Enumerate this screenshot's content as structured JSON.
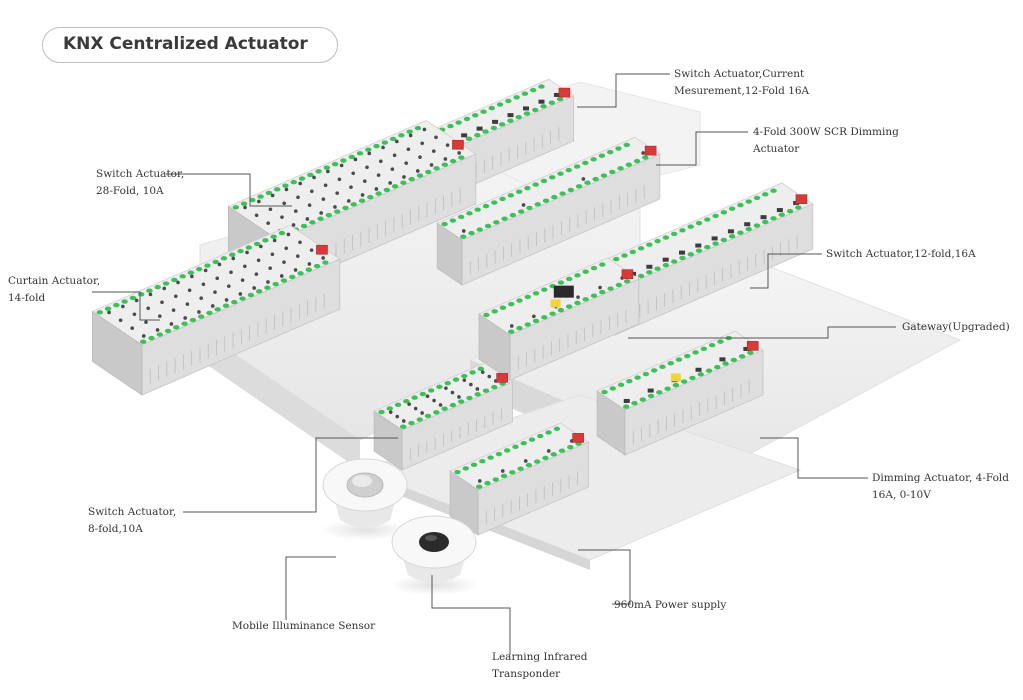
{
  "title": "KNX Centralized Actuator",
  "labels": {
    "switch_current": [
      "Switch Actuator,Current",
      "Mesurement,12-Fold 16A"
    ],
    "scr_dimming": [
      "4-Fold 300W SCR Dimming",
      "Actuator"
    ],
    "switch_28": [
      "Switch Actuator,",
      "28-Fold, 10A"
    ],
    "curtain_14": [
      "Curtain Actuator,",
      "14-fold"
    ],
    "switch_12": [
      "Switch Actuator,12-fold,16A"
    ],
    "gateway": [
      "Gateway(Upgraded)"
    ],
    "switch_8": [
      "Switch Actuator,",
      "8-fold,10A"
    ],
    "dimming_4": [
      "Dimming Actuator, 4-Fold",
      "16A, 0-10V"
    ],
    "power_supply": [
      "960mA Power supply"
    ],
    "illuminance_sensor": [
      "Mobile Illuminance Sensor"
    ],
    "ir_transponder": [
      "Learning Infrared",
      "Transponder"
    ]
  },
  "colors": {
    "module_top": "#eeeeee",
    "module_front": "#dedede",
    "module_side": "#c9c9c9",
    "terminal_green": "#3fbf5a",
    "accent_red": "#d83a3a",
    "accent_yellow": "#f2d33a",
    "leader_line": "#555555",
    "platform": "#f0f0f0"
  }
}
